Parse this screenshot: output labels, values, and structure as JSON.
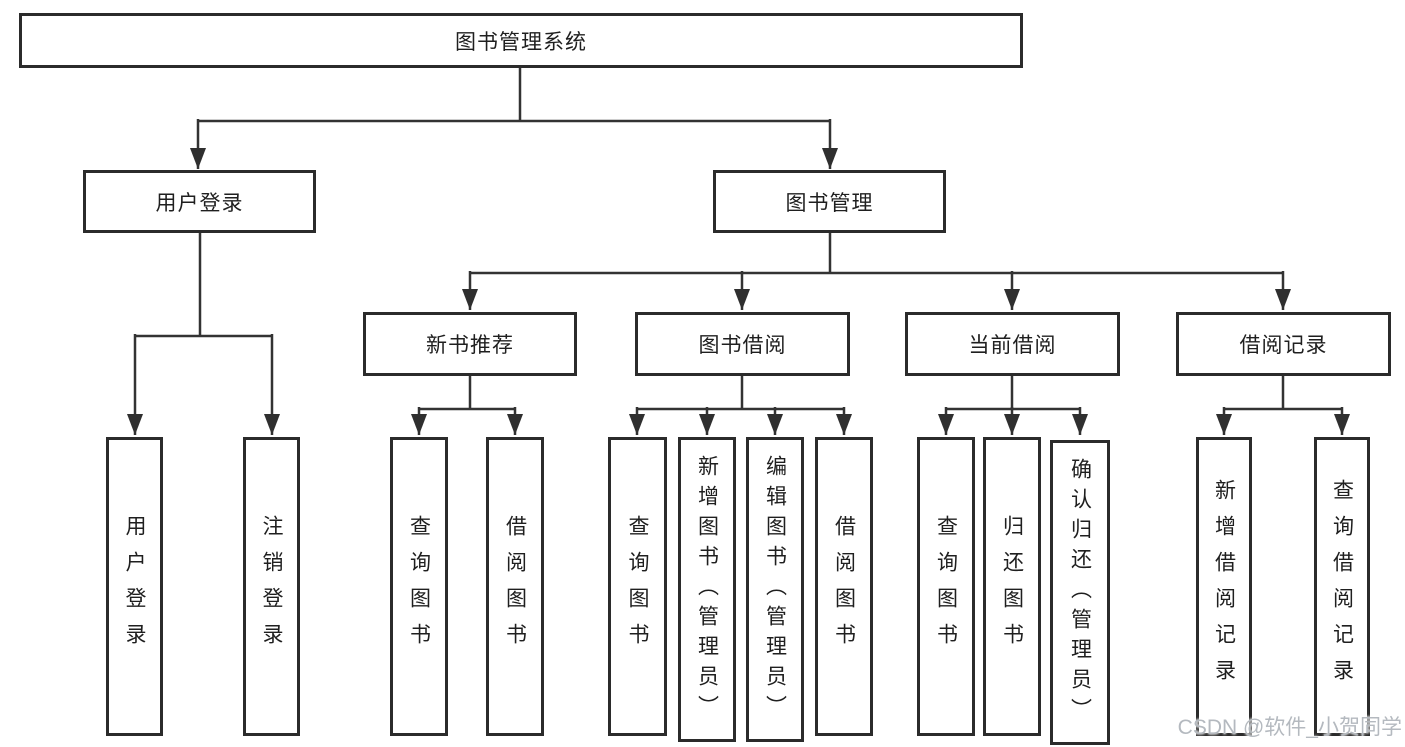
{
  "colors": {
    "background": "#ffffff",
    "box_fill": "#ffffff",
    "box_border": "#2b2b2b",
    "line": "#333333",
    "arrowhead": "#2f2f2f",
    "text": "#1f1f1f",
    "watermark": "#b4b9bf"
  },
  "watermark": "CSDN @软件_小贺同学",
  "tree": {
    "root": "图书管理系统",
    "children": [
      {
        "label": "用户登录",
        "children": [
          {
            "label": "用户登录"
          },
          {
            "label": "注销登录"
          }
        ]
      },
      {
        "label": "图书管理",
        "children": [
          {
            "label": "新书推荐",
            "children": [
              {
                "label": "查询图书"
              },
              {
                "label": "借阅图书"
              }
            ]
          },
          {
            "label": "图书借阅",
            "children": [
              {
                "label": "查询图书"
              },
              {
                "label": "新增图书（管理员）"
              },
              {
                "label": "编辑图书（管理员）"
              },
              {
                "label": "借阅图书"
              }
            ]
          },
          {
            "label": "当前借阅",
            "children": [
              {
                "label": "查询图书"
              },
              {
                "label": "归还图书"
              },
              {
                "label": "确认归还（管理员）"
              }
            ]
          },
          {
            "label": "借阅记录",
            "children": [
              {
                "label": "新增借阅记录"
              },
              {
                "label": "查询借阅记录"
              }
            ]
          }
        ]
      }
    ]
  }
}
